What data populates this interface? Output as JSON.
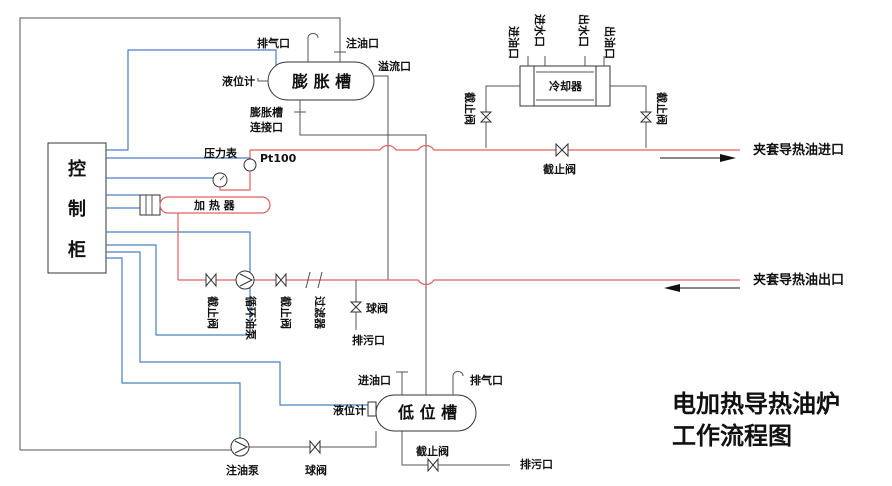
{
  "title": {
    "line1": "电加热导热油炉",
    "line2": "工作流程图"
  },
  "control_cabinet": [
    "控",
    "制",
    "柜"
  ],
  "expansion_tank": {
    "name": "膨 胀 槽",
    "vent": "排气口",
    "fill_port": "注油口",
    "overflow": "溢流口",
    "level_gauge": "液位计",
    "connection_line1": "膨胀槽",
    "connection_line2": "连接口"
  },
  "cooler": {
    "name": "冷却器",
    "oil_in": "进油口",
    "water_in": "进水口",
    "water_out": "出水口",
    "oil_out": "出油口",
    "valve_left": "截止阀",
    "valve_right": "截止阀",
    "valve_bottom": "截止阀"
  },
  "instruments": {
    "pressure_gauge": "压力表",
    "pt100": "Pt100"
  },
  "heater": {
    "name": "加 热 器"
  },
  "return_line": {
    "valve_left": "截止阀",
    "pump": "循环油泵",
    "valve_right": "截止阀",
    "filter": "过滤器",
    "ball_valve": "球阀",
    "drain": "排污口"
  },
  "ports": {
    "jacket_in": "夹套导热油进口",
    "jacket_out": "夹套导热油出口"
  },
  "low_tank": {
    "name": "低 位 槽",
    "oil_in": "进油口",
    "vent": "排气口",
    "level_gauge": "液位计",
    "valve": "截止阀",
    "drain": "排污口"
  },
  "fill_line": {
    "pump": "注油泵",
    "ball_valve": "球阀"
  }
}
